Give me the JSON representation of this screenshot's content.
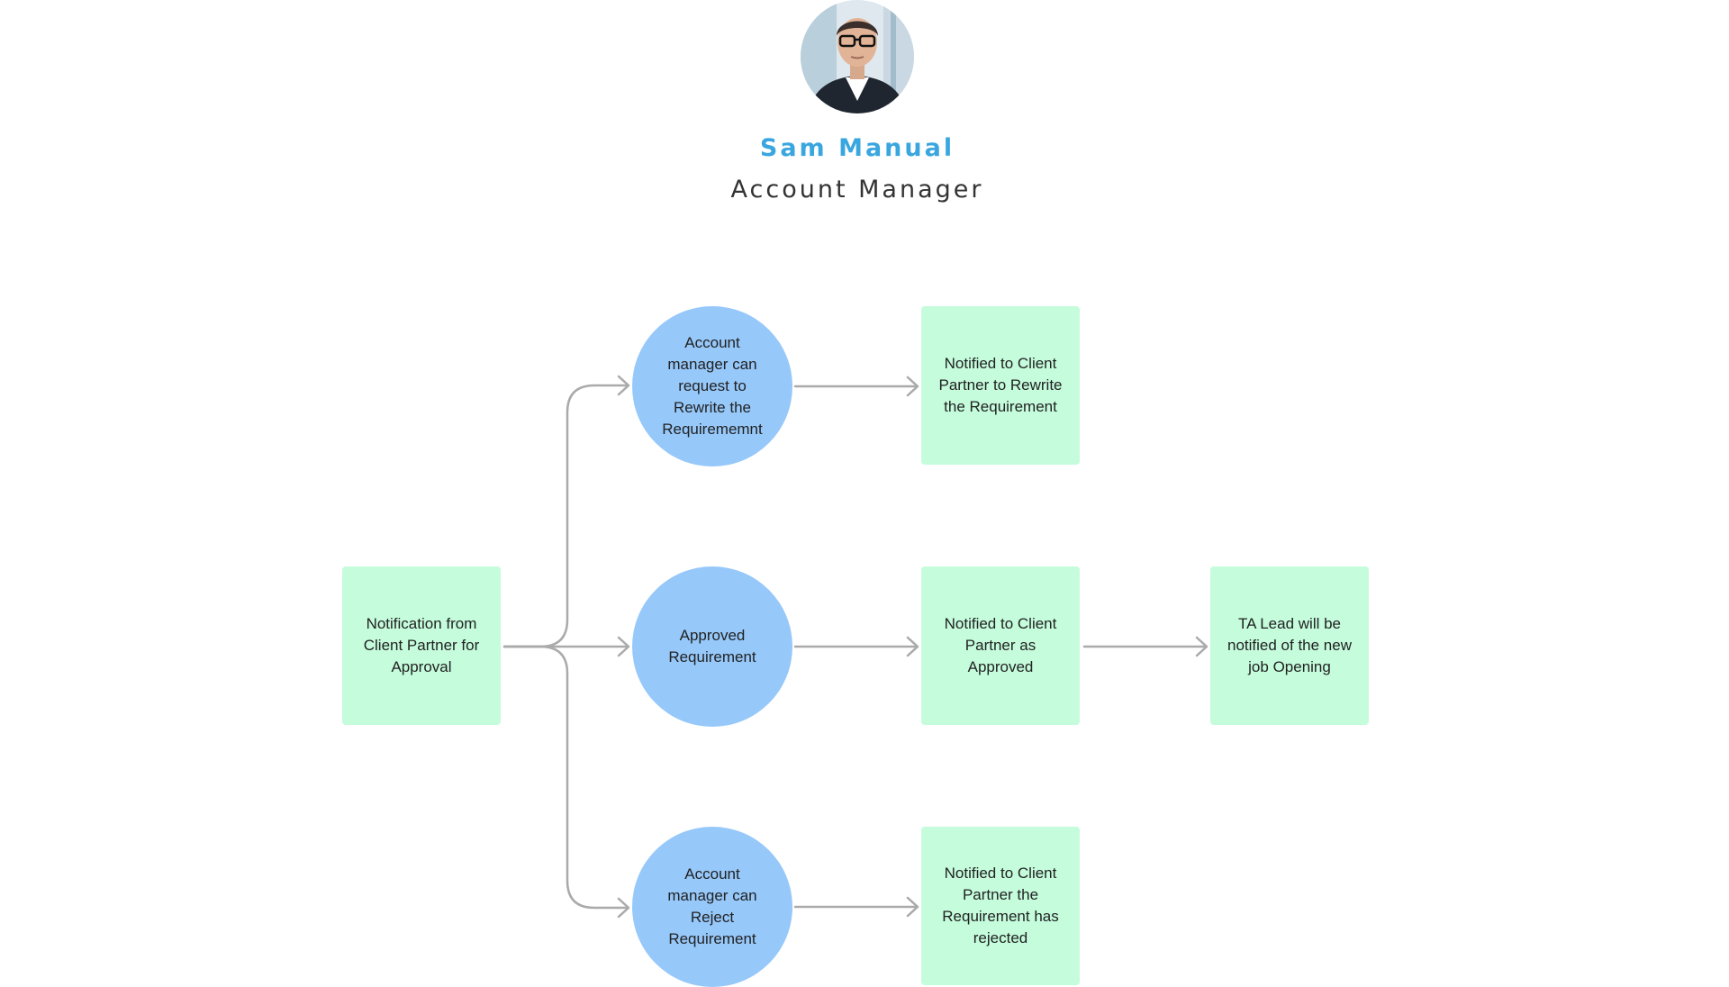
{
  "profile": {
    "name": "Sam Manual",
    "role": "Account Manager"
  },
  "flow": {
    "source": "Notification from Client Partner for Approval",
    "actions": {
      "rewrite": "Account manager can request to Rewrite the Requirememnt",
      "approve": "Approved Requirement",
      "reject": "Account manager can Reject Requirement"
    },
    "outcomes": {
      "rewrite": "Notified to Client Partner to Rewrite the Requirement",
      "approve": "Notified to Client Partner as Approved",
      "reject": "Notified to Client Partner the Requirement has rejected"
    },
    "followup": "TA Lead will be notified of the new job Opening"
  },
  "colors": {
    "name_accent": "#3aa6df",
    "box_fill": "#c4fcdc",
    "circle_fill": "#96c8fa",
    "connector": "#aaaaaa"
  }
}
